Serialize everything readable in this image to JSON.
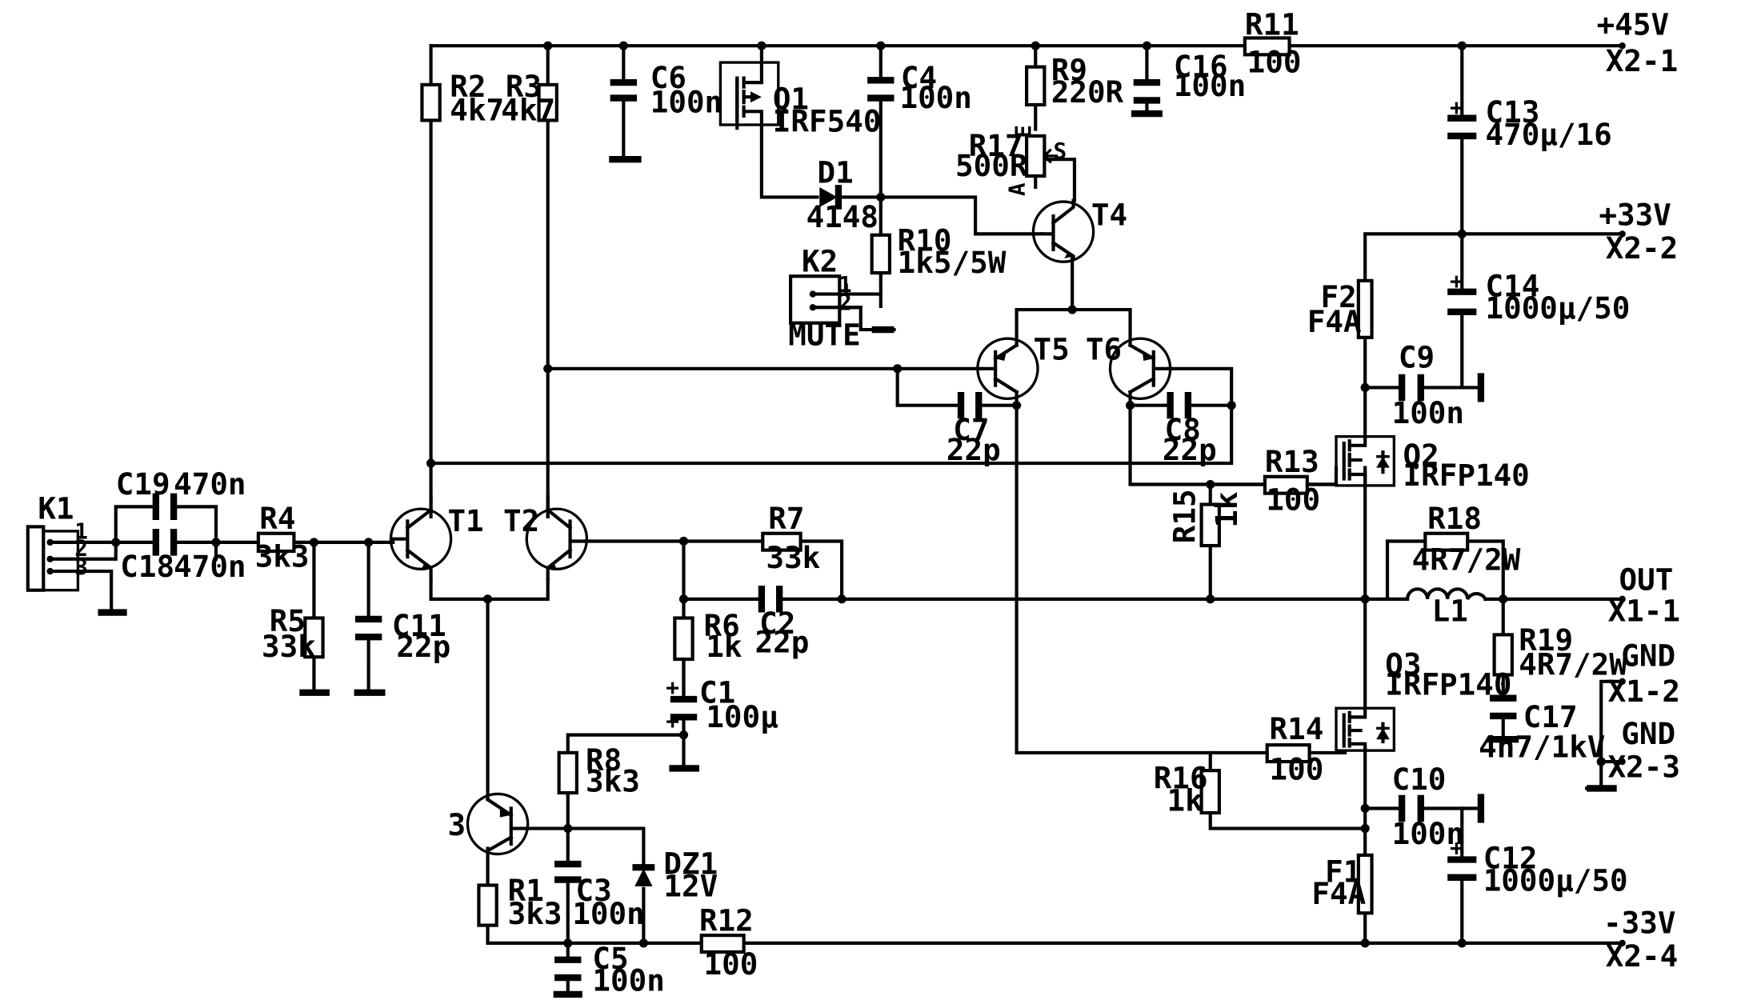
{
  "schematic": {
    "components": {
      "K1": {
        "ref": "K1",
        "pins": [
          "1",
          "2",
          "3"
        ]
      },
      "K2": {
        "ref": "K2",
        "label": "MUTE",
        "pins": [
          "1",
          "2"
        ]
      },
      "C19": {
        "ref": "C19",
        "value": "470n"
      },
      "C18": {
        "ref": "C18",
        "value": "470n"
      },
      "R4": {
        "ref": "R4",
        "value": "3k3"
      },
      "R5": {
        "ref": "R5",
        "value": "33k"
      },
      "C11": {
        "ref": "C11",
        "value": "22p"
      },
      "R2": {
        "ref": "R2",
        "value": "4k7"
      },
      "R3": {
        "ref": "R3",
        "value": "4k7"
      },
      "C6": {
        "ref": "C6",
        "value": "100n"
      },
      "Q1": {
        "ref": "Q1",
        "value": "IRF540"
      },
      "C4": {
        "ref": "C4",
        "value": "100n"
      },
      "D1": {
        "ref": "D1",
        "value": "4148"
      },
      "R10": {
        "ref": "R10",
        "value": "1k5/5W"
      },
      "R9": {
        "ref": "R9",
        "value": "220R"
      },
      "R17": {
        "ref": "R17",
        "value": "500R",
        "pin_s": "S",
        "pin_e": "E",
        "pin_a": "A"
      },
      "C16": {
        "ref": "C16",
        "value": "100n"
      },
      "R11": {
        "ref": "R11",
        "value": "100"
      },
      "T1": {
        "ref": "T1"
      },
      "T2": {
        "ref": "T2"
      },
      "T3": {
        "ref": "3"
      },
      "T4": {
        "ref": "T4"
      },
      "T5": {
        "ref": "T5"
      },
      "T6": {
        "ref": "T6"
      },
      "C7": {
        "ref": "C7",
        "value": "22p"
      },
      "C8": {
        "ref": "C8",
        "value": "22p"
      },
      "R7": {
        "ref": "R7",
        "value": "33k"
      },
      "C2": {
        "ref": "C2",
        "value": "22p"
      },
      "R6": {
        "ref": "R6",
        "value": "1k"
      },
      "C1": {
        "ref": "C1",
        "value": "100µ"
      },
      "R8": {
        "ref": "R8",
        "value": "3k3"
      },
      "R1": {
        "ref": "R1",
        "value": "3k3"
      },
      "C3": {
        "ref": "C3",
        "value": "100n"
      },
      "C5": {
        "ref": "C5",
        "value": "100n"
      },
      "DZ1": {
        "ref": "DZ1",
        "value": "12V"
      },
      "R12": {
        "ref": "R12",
        "value": "100"
      },
      "R13": {
        "ref": "R13",
        "value": "100"
      },
      "R14": {
        "ref": "R14",
        "value": "100"
      },
      "R15": {
        "ref": "R15",
        "value": "1k"
      },
      "R16": {
        "ref": "R16",
        "value": "1k"
      },
      "Q2": {
        "ref": "Q2",
        "value": "IRFP140"
      },
      "Q3": {
        "ref": "Q3",
        "value": "IRFP140"
      },
      "R18": {
        "ref": "R18",
        "value": "4R7/2W"
      },
      "L1": {
        "ref": "L1"
      },
      "R19": {
        "ref": "R19",
        "value": "4R7/2W"
      },
      "C17": {
        "ref": "C17",
        "value": "4n7/1kV"
      },
      "C13": {
        "ref": "C13",
        "value": "470µ/16"
      },
      "C14": {
        "ref": "C14",
        "value": "1000µ/50"
      },
      "C12": {
        "ref": "C12",
        "value": "1000µ/50"
      },
      "C9": {
        "ref": "C9",
        "value": "100n"
      },
      "C10": {
        "ref": "C10",
        "value": "100n"
      },
      "F1": {
        "ref": "F1",
        "value": "F4A"
      },
      "F2": {
        "ref": "F2",
        "value": "F4A"
      }
    },
    "nets": {
      "plus45": {
        "label": "+45V",
        "connector": "X2-1"
      },
      "plus33": {
        "label": "+33V",
        "connector": "X2-2"
      },
      "minus33": {
        "label": "-33V",
        "connector": "X2-4"
      },
      "out": {
        "label": "OUT",
        "connector": "X1-1"
      },
      "gnd1": {
        "label": "GND",
        "connector": "X1-2"
      },
      "gnd2": {
        "label": "GND",
        "connector": "X2-3"
      }
    },
    "polarity_plus": "+"
  }
}
